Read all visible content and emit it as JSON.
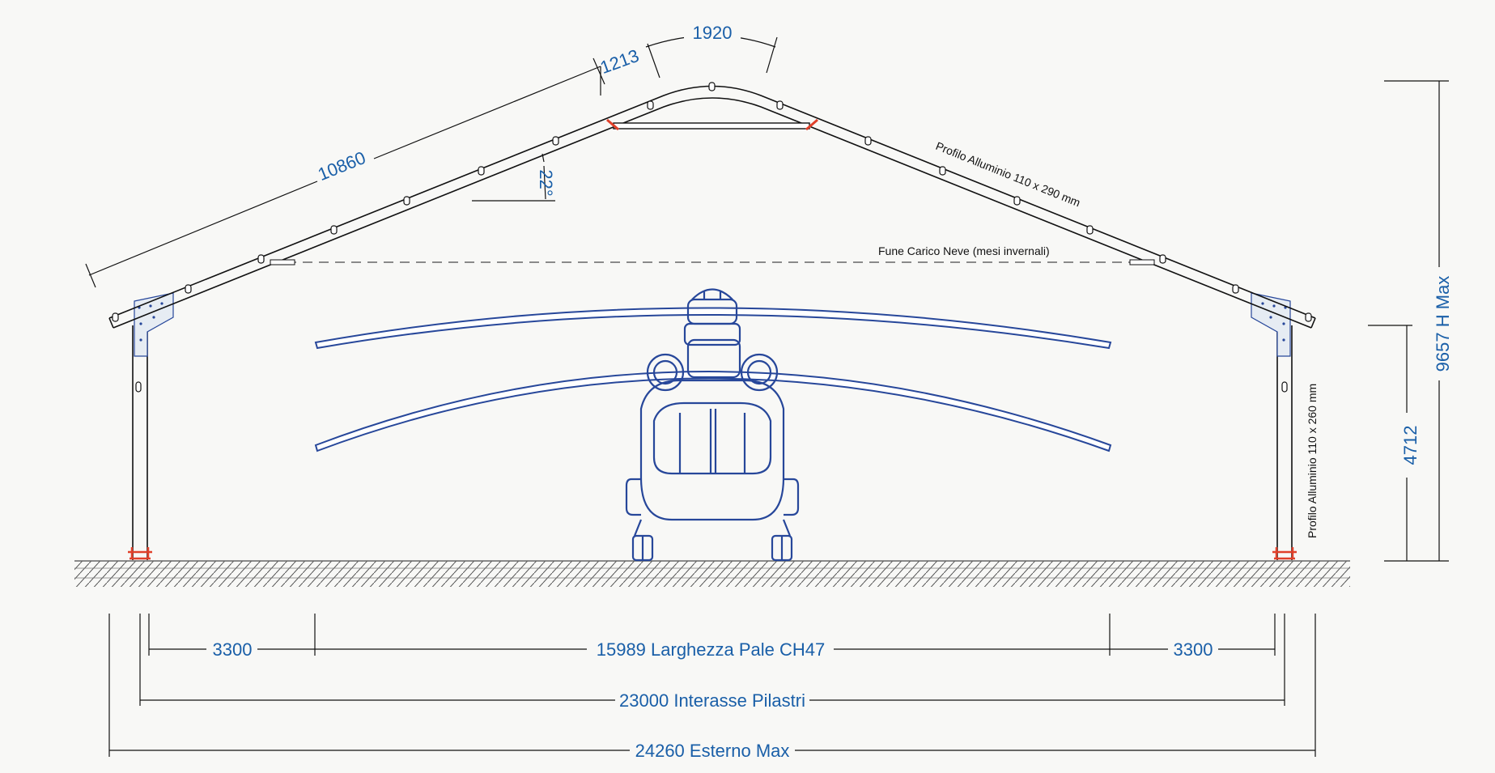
{
  "dimensions": {
    "rafter_length": "10860",
    "haunch_length": "1213",
    "ridge_curve": "1920",
    "roof_angle": "22°",
    "total_height": "9657  H Max",
    "column_height": "4712",
    "left_clearance": "3300",
    "blade_width": "15989 Larghezza Pale CH47",
    "right_clearance": "3300",
    "column_spacing": "23000 Interasse Pilastri",
    "external_width": "24260 Esterno Max"
  },
  "labels": {
    "roof_profile": "Profilo Alluminio 110 x 290 mm",
    "column_profile": "Profilo Alluminio 110 x 260 mm",
    "snow_cable": "Fune Carico Neve (mesi invernali)"
  },
  "colors": {
    "dimension_text": "#1a5fa8",
    "helicopter": "#27479a",
    "base_plate": "#e0402a",
    "structure": "#111111"
  }
}
